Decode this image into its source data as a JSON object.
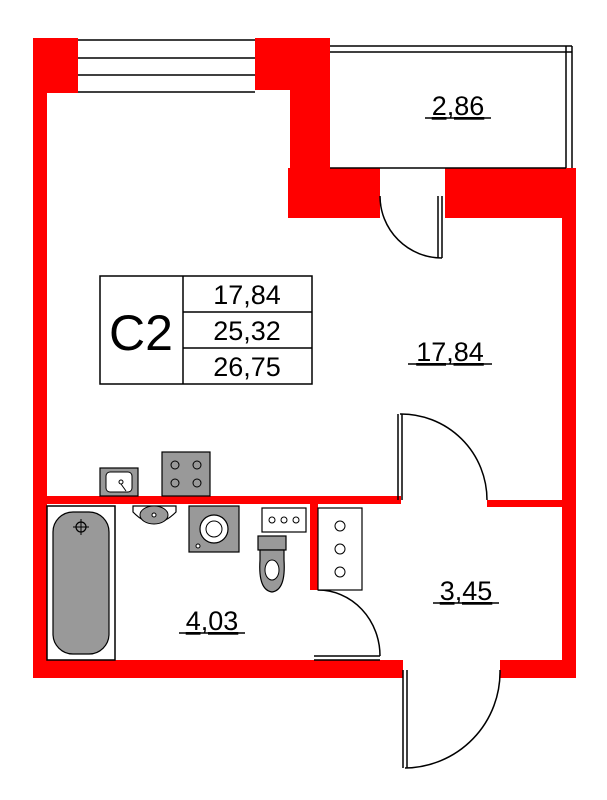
{
  "apartment": {
    "type_code": "C2",
    "living_area": "17,84",
    "total_area": "25,32",
    "total_area_with_balcony": "26,75"
  },
  "rooms": {
    "room_main": "17,84",
    "balcony": "2,86",
    "bathroom": "4,03",
    "hallway": "3,45"
  },
  "colors": {
    "wall": "#ff0000",
    "fixture": "#999999",
    "line": "#000000"
  }
}
